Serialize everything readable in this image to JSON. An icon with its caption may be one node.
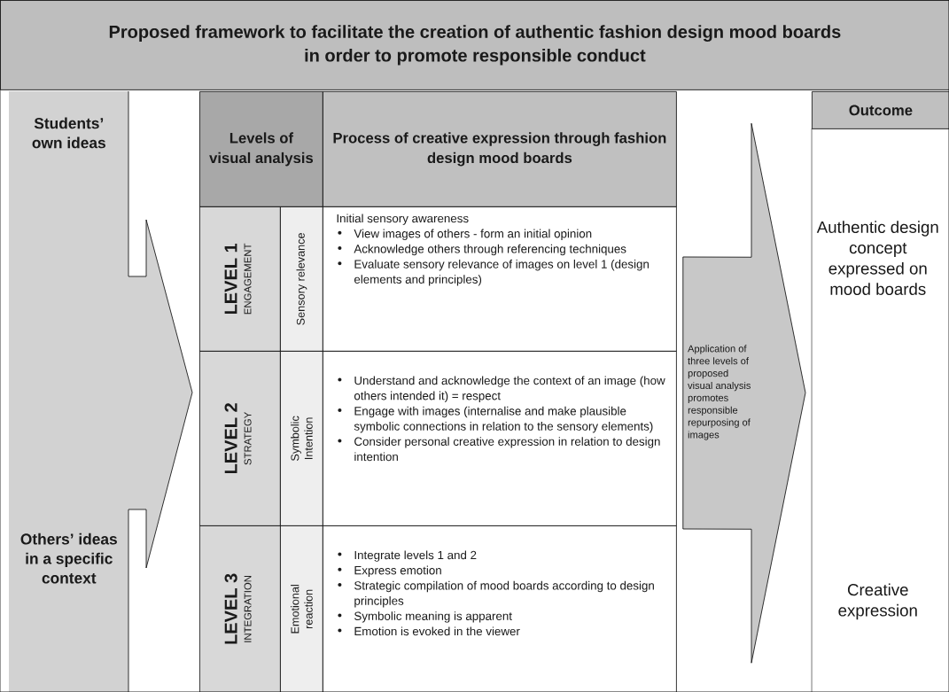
{
  "diagram": {
    "title": "Proposed framework to facilitate the creation of authentic fashion design mood boards in order to promote responsible conduct",
    "nodes": [
      {
        "text": [
          "Students’ own ideas",
          "Others’ ideas in a specific context"
        ]
      },
      {
        "text": [
          "Levels of visual analysis"
        ]
      },
      {
        "text": [
          "Process of creative expression through fashion design mood boards"
        ]
      },
      {
        "text": [
          "LEVEL 1",
          "ENGAGEMENT"
        ]
      },
      {
        "text": [
          "Sensory relevance"
        ]
      },
      {
        "text": [
          "Initial sensory awareness",
          "View images of others - form an initial opinion",
          "Acknowledge others through referencing techniques",
          "Evaluate sensory relevance of images on level 1 (design elements and principles)"
        ]
      },
      {
        "text": [
          "LEVEL 2",
          "STRATEGY"
        ]
      },
      {
        "text": [
          "Symbolic Intention"
        ]
      },
      {
        "text": [
          "Understand and acknowledge the context of an image (how others intended it) = respect",
          "Engage with images (internalise and make plausible symbolic connections in relation to the sensory elements)",
          "Consider personal creative expression in relation to design intention"
        ]
      },
      {
        "text": [
          "LEVEL 3",
          "INTEGRATION"
        ]
      },
      {
        "text": [
          "Emotional reaction"
        ]
      },
      {
        "text": [
          "Integrate levels 1 and 2",
          "Express emotion",
          "Strategic compilation of mood boards according to design principles",
          "Symbolic meaning is apparent",
          "Emotion is evoked in the viewer"
        ]
      },
      {
        "text": [
          "Outcome"
        ]
      },
      {
        "text": [
          "Authentic design concept expressed on mood boards",
          "Creative expression"
        ]
      }
    ],
    "edges": [
      {
        "from": 2,
        "to": 13,
        "arrow": "to",
        "label": "Application of three levels of proposed visual analysis promotes responsible repurposing of images"
      }
    ]
  }
}
